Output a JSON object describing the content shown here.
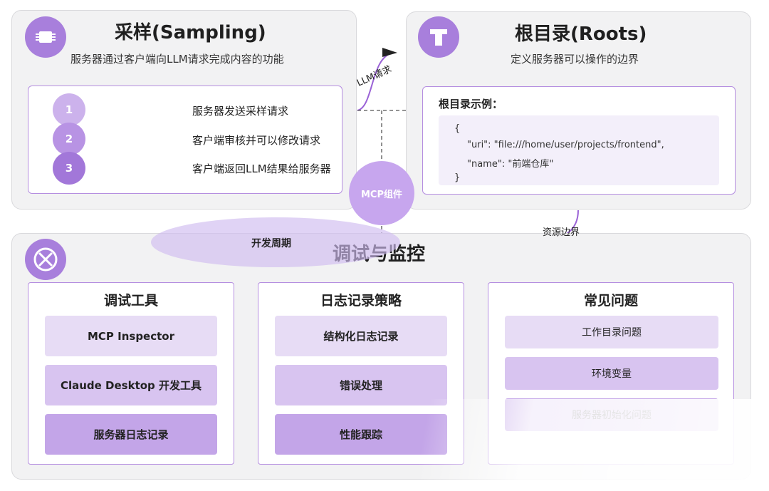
{
  "sampling": {
    "title": "采样(Sampling)",
    "subtitle": "服务器通过客户端向LLM请求完成内容的功能",
    "steps": [
      {
        "num": "1",
        "text": "服务器发送采样请求"
      },
      {
        "num": "2",
        "text": "客户端审核并可以修改请求"
      },
      {
        "num": "3",
        "text": "客户端返回LLM结果给服务器"
      }
    ]
  },
  "roots": {
    "title": "根目录(Roots)",
    "subtitle": "定义服务器可以操作的边界",
    "example_label": "根目录示例：",
    "code": [
      "{",
      "\"uri\": \"file:///home/user/projects/frontend\",",
      "\"name\": \"前端仓库\"",
      "}"
    ]
  },
  "connectors": {
    "llm_request": "LLM请求",
    "center": "MCP组件",
    "resource_boundary": "资源边界",
    "dev_cycle": "开发周期"
  },
  "debug": {
    "title": "调试与监控",
    "columns": [
      {
        "title": "调试工具",
        "items": [
          "MCP Inspector",
          "Claude Desktop 开发工具",
          "服务器日志记录"
        ]
      },
      {
        "title": "日志记录策略",
        "items": [
          "结构化日志记录",
          "错误处理",
          "性能跟踪"
        ]
      },
      {
        "title": "常见问题",
        "items": [
          "工作目录问题",
          "环境变量",
          "服务器初始化问题"
        ]
      }
    ]
  },
  "colors": {
    "accent": "#a87fdc",
    "panel": "#f2f2f3",
    "border": "#b58ee0"
  }
}
